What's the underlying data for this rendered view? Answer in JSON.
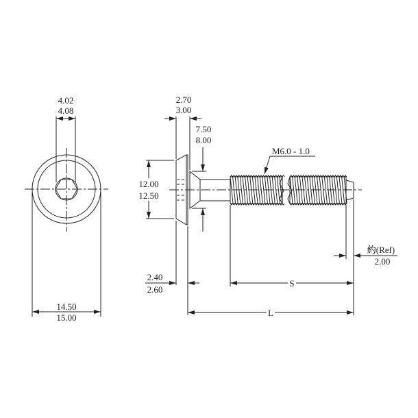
{
  "drawing": {
    "hex_socket_width": {
      "min": "4.02",
      "max": "4.08"
    },
    "head_diameter": {
      "min": "14.50",
      "max": "15.00"
    },
    "head_height": {
      "min": "2.70",
      "max": "3.00"
    },
    "countersink_diameter": {
      "min": "7.50",
      "max": "8.00"
    },
    "flange_diameter": {
      "min": "12.00",
      "max": "12.50"
    },
    "flange_thickness": {
      "min": "2.40",
      "max": "2.60"
    },
    "thread_spec": "M6.0 - 1.0",
    "thread_length_label": "S",
    "total_length_label": "L",
    "tip_chamfer": {
      "label": "約(Ref)",
      "value": "2.00"
    },
    "line_color": "#222222"
  }
}
